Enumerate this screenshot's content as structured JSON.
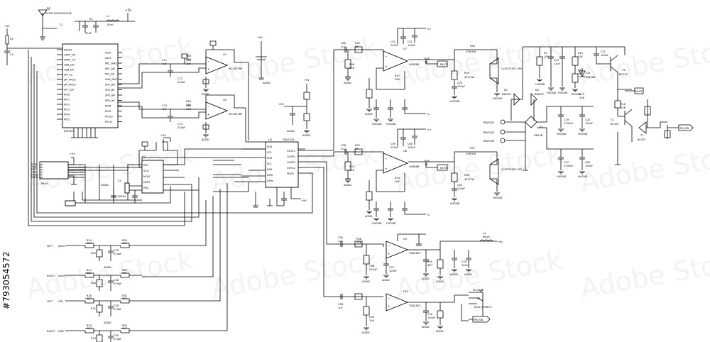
{
  "watermark": "Adobe Stock",
  "stock_id": "#793054572",
  "power": {
    "v5": "+5V",
    "v9": "+9V",
    "vplus": "V+",
    "vminus": "V-",
    "agnd": "AGND",
    "hvgnd": "HVGND",
    "dgnd": "DGND"
  },
  "bt_module": {
    "name": "BTM331",
    "left_pins": [
      "RESET",
      "UART_RX",
      "UART_TX",
      "USB_DN",
      "USB_DP",
      "SPI_CS",
      "SPI_MOSI",
      "SPI_MISO",
      "SPI_CLK",
      "PIO0",
      "PIO1",
      "PIO2",
      "PIO3",
      "PIO4",
      "PIO5"
    ],
    "right_pins": [
      "AIO0",
      "AIO1",
      "MIC_BIAS",
      "MIC_AN",
      "MIC_AP",
      "AUX_DAC",
      "SPK_BN",
      "SPK_BP",
      "SPK_AN",
      "SPK_AP",
      "PIO8",
      "PIO9",
      "PIO10",
      "PIO11"
    ]
  },
  "antenna": {
    "label": "RF",
    "part": "RF2019015000001B"
  },
  "prog_header": {
    "name": "PROG",
    "pins": [
      "RXD",
      "TXD",
      "RST",
      "CLK",
      "MOSI",
      "MISO"
    ]
  },
  "opamps": [
    {
      "ref": "U4",
      "part": "MC33078P"
    },
    {
      "ref": "U5",
      "part": "MC33078P"
    }
  ],
  "power_amp": {
    "ref": "U3",
    "part": "TDA7418",
    "pins_left": [
      "SDA",
      "SCL",
      "SCR",
      "SCL",
      "DIFL",
      "DIFR",
      "DIFN"
    ],
    "pins_right": [
      "OUTL1",
      "OUTR1",
      "OUTR2",
      "OUTL2",
      "MUTE"
    ]
  },
  "mcu": {
    "ref": "U2",
    "part": "ATTINY",
    "pins": [
      "RST",
      "SCK",
      "MOSI",
      "MISO",
      "PB4"
    ]
  },
  "crystal": {
    "ref": "Z1",
    "part": "12.000Hz"
  },
  "drivers": [
    {
      "ref": "U7",
      "part": "LM3886"
    },
    {
      "ref": "U8",
      "part": "LM3886"
    }
  ],
  "preamps": [
    {
      "ref": "U9",
      "part": "TDA2822"
    },
    {
      "ref": "U10",
      "part": "TDA2822"
    }
  ],
  "speakers": [
    {
      "label": "CLIP1",
      "part": "TCSP1.SP5"
    },
    {
      "label": "CLIP2",
      "part": "TCSP1.SP5"
    }
  ],
  "transformer": {
    "labels": [
      "TRAFO01",
      "TRAFO02",
      "TRAFO03"
    ]
  },
  "bridge": {
    "ref": "B1",
    "part": "DB10B"
  },
  "mute_label": "MUTE",
  "headphone": {
    "name": "PHONES",
    "part": "JACK_STEREO"
  },
  "pn_sw": "PN_SW",
  "inputs": [
    {
      "left": "LEFT",
      "right": "RIGHT",
      "l_tag": "AUXL",
      "r_tag": "AUXR"
    },
    {
      "left": "LEFT",
      "right": "RIGHT",
      "l_tag": "CDL",
      "r_tag": "CDR"
    }
  ],
  "transistors": [
    {
      "ref": "T1",
      "part": "BC557"
    },
    {
      "ref": "T2",
      "part": "BC337"
    },
    {
      "ref": "T3",
      "part": "BC547"
    }
  ],
  "diodes": [
    {
      "ref": "D1",
      "part": "1N4007"
    },
    {
      "ref": "D2",
      "part": "1N4007"
    },
    {
      "ref": "D3",
      "part": "1N4148"
    }
  ],
  "comp_left": [
    {
      "ref": "C1",
      "val": "1uF"
    },
    {
      "ref": "R1",
      "val": "10K"
    },
    {
      "ref": "C2",
      "val": "10uF"
    },
    {
      "ref": "L1",
      "val": "10uH"
    },
    {
      "ref": "C3",
      "val": "100nF"
    },
    {
      "ref": "R2",
      "val": "33R"
    },
    {
      "ref": "C4",
      "val": "100nF"
    }
  ],
  "comp_filter": [
    {
      "ref": "C71",
      "val": "1uF"
    },
    {
      "ref": "R62",
      "val": "10K"
    },
    {
      "ref": "R63",
      "val": "10K"
    },
    {
      "ref": "C72",
      "val": "220pF"
    },
    {
      "ref": "C73",
      "val": "1uF"
    },
    {
      "ref": "R64",
      "val": "10K"
    },
    {
      "ref": "R65",
      "val": "10K"
    },
    {
      "ref": "C74",
      "val": "220pF"
    }
  ],
  "comp_amp": [
    {
      "ref": "C80",
      "val": "2u2"
    },
    {
      "ref": "R45",
      "val": "1K"
    },
    {
      "ref": "R46",
      "val": "20K"
    },
    {
      "ref": "C51",
      "val": "220uF"
    },
    {
      "ref": "C52",
      "val": "100nF"
    },
    {
      "ref": "R47",
      "val": "20K"
    },
    {
      "ref": "R48",
      "val": "1R"
    },
    {
      "ref": "R50",
      "val": "10R/1W"
    },
    {
      "ref": "C53",
      "val": "100nF"
    },
    {
      "ref": "R49",
      "val": "4K7/1W"
    }
  ],
  "comp_amp2": [
    {
      "ref": "C58",
      "val": "2u2"
    },
    {
      "ref": "R52",
      "val": "1K"
    },
    {
      "ref": "R53",
      "val": "20K"
    },
    {
      "ref": "C59",
      "val": "220uF"
    },
    {
      "ref": "C60",
      "val": "100nF"
    },
    {
      "ref": "R54",
      "val": "20K"
    },
    {
      "ref": "R55",
      "val": "1R"
    },
    {
      "ref": "R57",
      "val": "10R/1W"
    },
    {
      "ref": "C61",
      "val": "100nF"
    },
    {
      "ref": "R56",
      "val": "4K7/1W"
    }
  ],
  "comp_psu": [
    {
      "ref": "R1",
      "val": "10K"
    },
    {
      "ref": "C23",
      "val": "22uF"
    },
    {
      "ref": "R10",
      "val": "10K"
    },
    {
      "ref": "C21",
      "val": "100nF"
    },
    {
      "ref": "C19",
      "val": "4700uF"
    },
    {
      "ref": "C20",
      "val": "100nF"
    },
    {
      "ref": "C27",
      "val": "4700uF"
    },
    {
      "ref": "C28",
      "val": "100nF"
    },
    {
      "ref": "R12",
      "val": "10K"
    },
    {
      "ref": "R15",
      "val": "10K"
    },
    {
      "ref": "R16",
      "val": "22K"
    }
  ],
  "comp_input": [
    {
      "ref": "R24",
      "val": "4K7"
    },
    {
      "ref": "R26",
      "val": "4K7"
    },
    {
      "ref": "R25",
      "val": "10K"
    },
    {
      "ref": "C25",
      "val": "470pF"
    },
    {
      "ref": "R27",
      "val": "4K7"
    },
    {
      "ref": "R29",
      "val": "4K7"
    },
    {
      "ref": "R28",
      "val": "10K"
    },
    {
      "ref": "C26",
      "val": "470pF"
    }
  ],
  "comp_input2": [
    {
      "ref": "R30",
      "val": "4K7"
    },
    {
      "ref": "R32",
      "val": "4K7"
    },
    {
      "ref": "R31",
      "val": "10K"
    },
    {
      "ref": "C29",
      "val": "470pF"
    },
    {
      "ref": "R33",
      "val": "4K7"
    },
    {
      "ref": "R35",
      "val": "4K7"
    },
    {
      "ref": "R34",
      "val": "10K"
    },
    {
      "ref": "C30",
      "val": "470pF"
    }
  ],
  "comp_hp": [
    {
      "ref": "C35",
      "val": "1uF"
    },
    {
      "ref": "R36",
      "val": "10K"
    },
    {
      "ref": "C36",
      "val": "220uF"
    },
    {
      "ref": "C37",
      "val": "100nF"
    },
    {
      "ref": "R40",
      "val": "4R7"
    },
    {
      "ref": "C38",
      "val": "1uF"
    },
    {
      "ref": "R39",
      "val": "10K"
    },
    {
      "ref": "C39",
      "val": "100nF"
    },
    {
      "ref": "L4",
      "val": "68uH"
    },
    {
      "ref": "C40",
      "val": "100nF"
    }
  ]
}
